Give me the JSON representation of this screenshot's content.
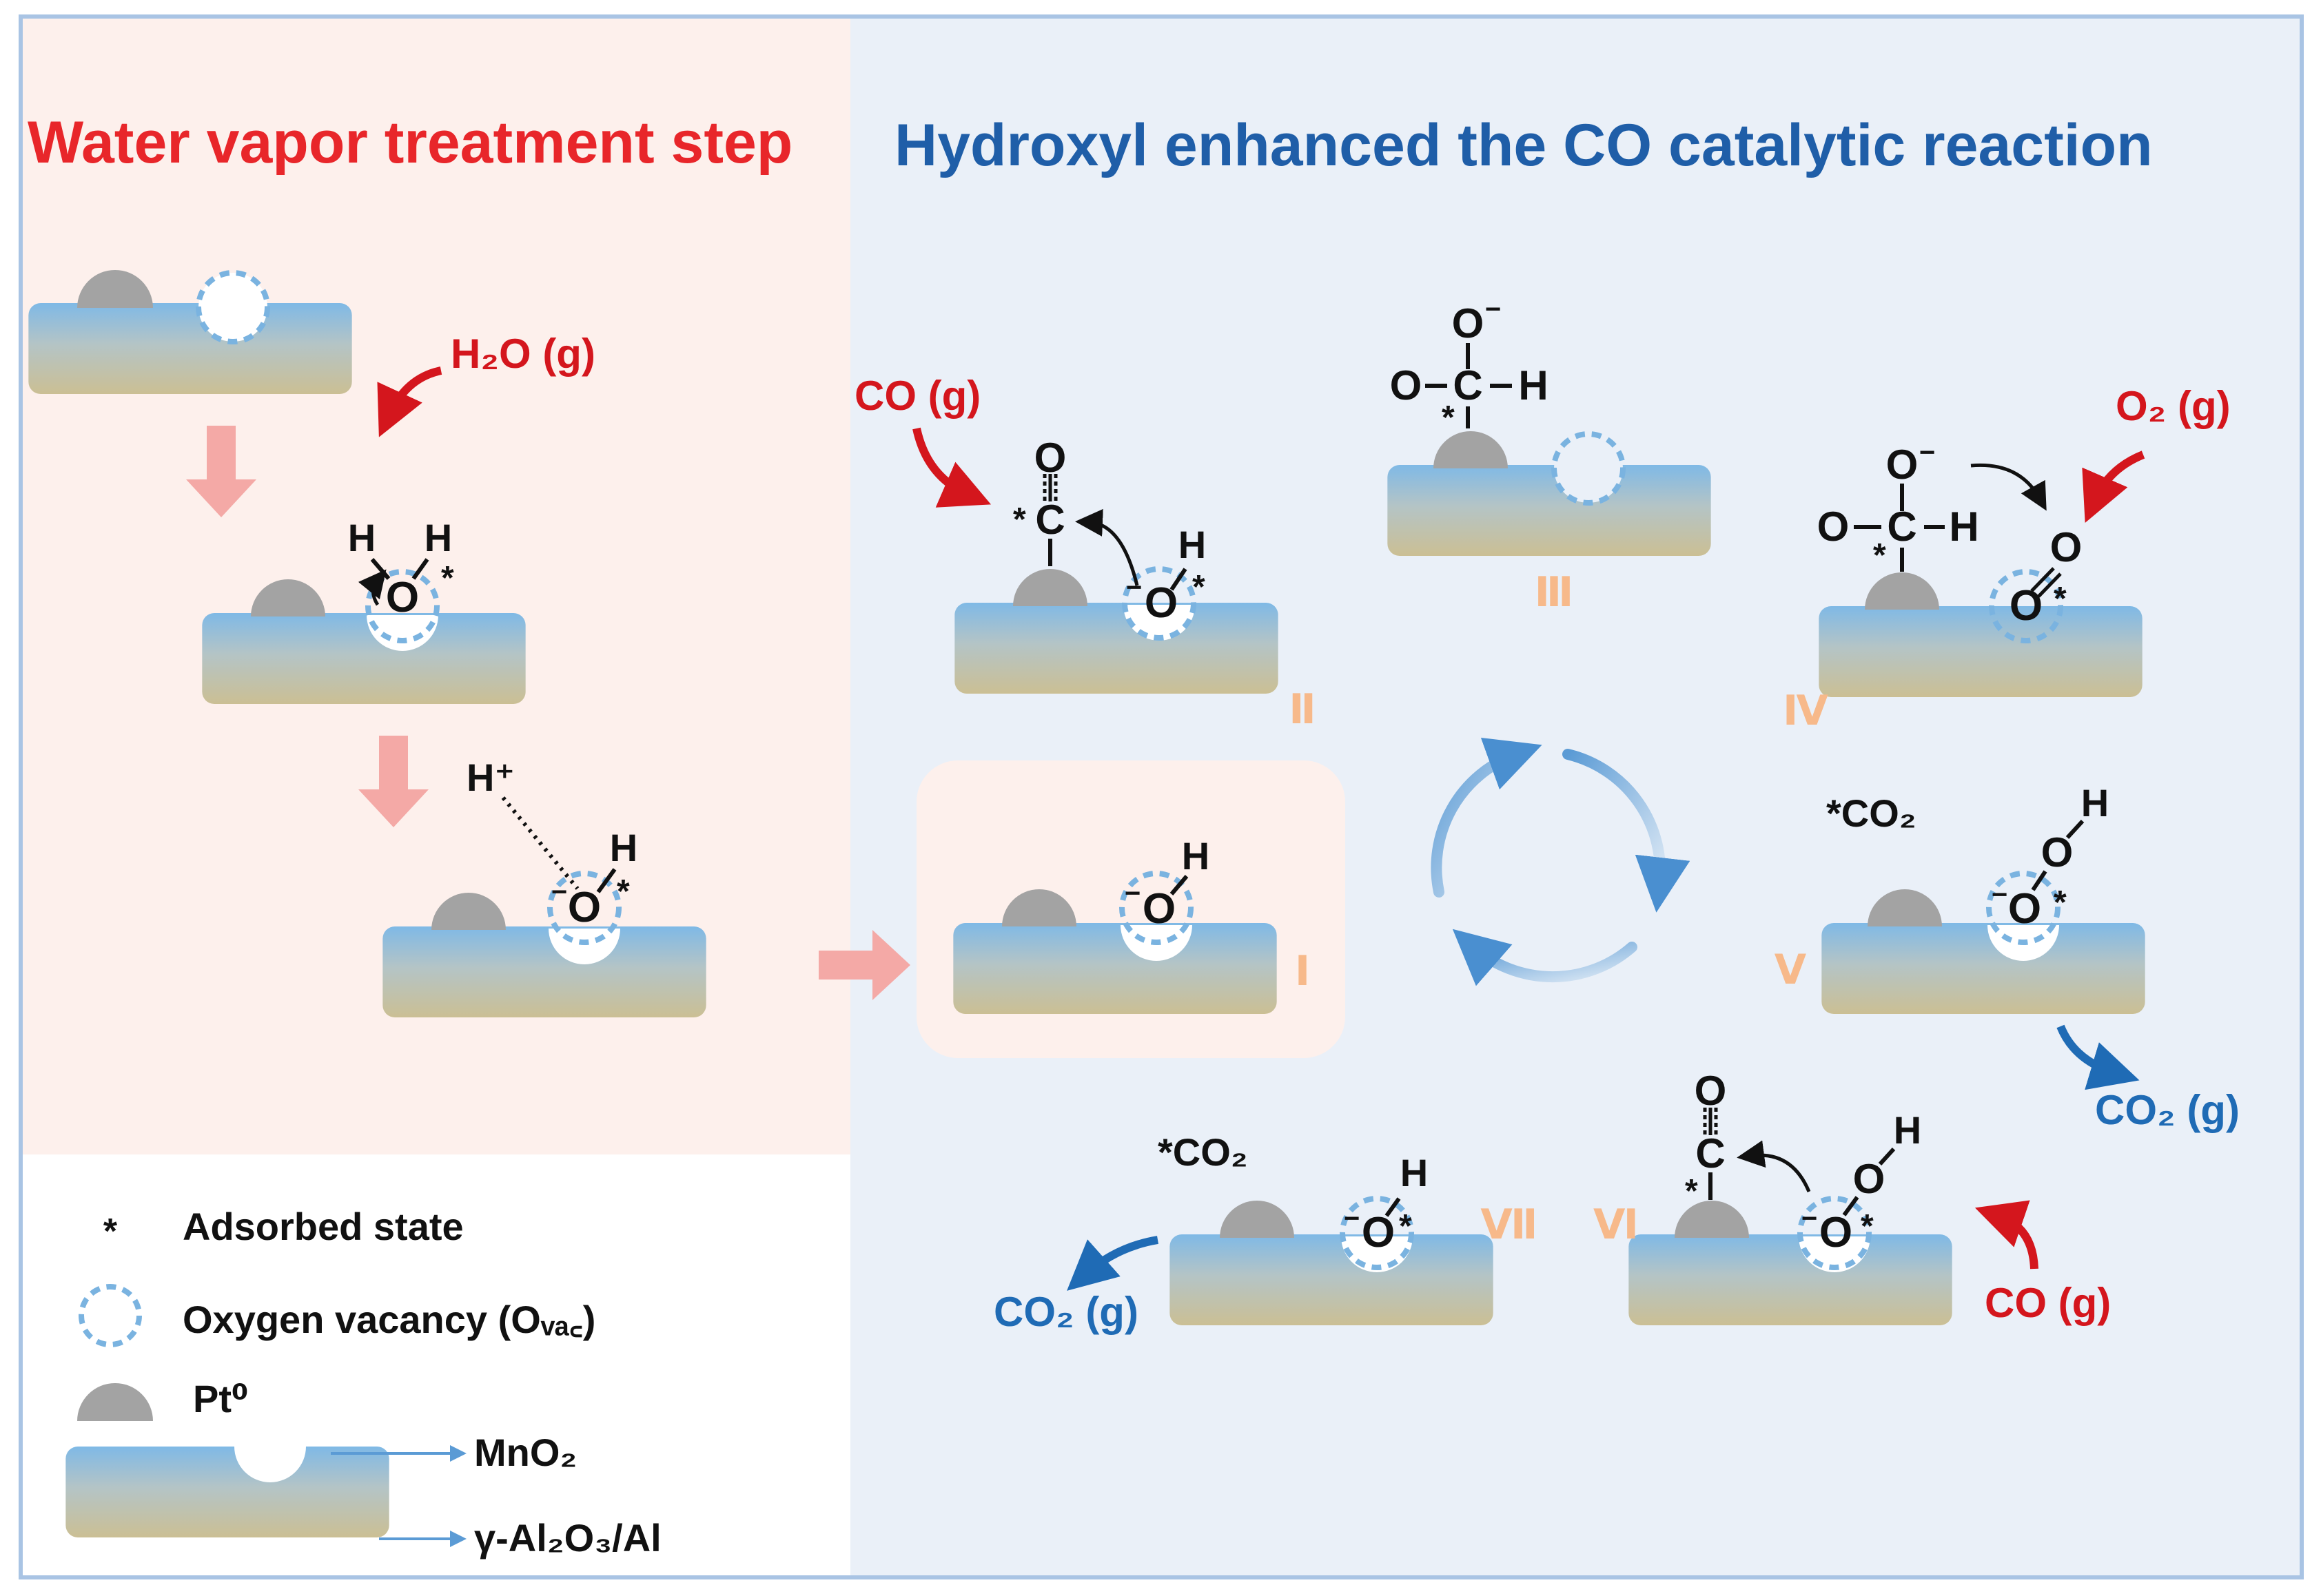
{
  "titles": {
    "left": "Water vapor treatment step",
    "right": "Hydroxyl enhanced the CO catalytic reaction"
  },
  "colors": {
    "left_panel_bg": "#fdf0ec",
    "right_panel_bg": "#eaf0f8",
    "frame": "#a9c4e4",
    "left_title": "#e8262a",
    "right_title": "#1f5ea8",
    "reactant": "#d4161d",
    "product": "#1f6bb5",
    "step_arrow": "#f4a9a6",
    "roman": "#f7b98a",
    "pt_particle": "#a3a3a3",
    "vacancy": "#7ab3e0"
  },
  "gases": {
    "h2o": "H₂O (g)",
    "co": "CO (g)",
    "o2": "O₂ (g)",
    "co2": "CO₂ (g)"
  },
  "surface_species": {
    "co2_ads": "*CO₂",
    "h_plus": "H⁺"
  },
  "steps": [
    "Ⅰ",
    "Ⅱ",
    "Ⅲ",
    "Ⅳ",
    "Ⅴ",
    "Ⅵ",
    "Ⅶ"
  ],
  "legend": {
    "adsorbed_symbol": "*",
    "adsorbed": "Adsorbed state",
    "vacancy": "Oxygen vacancy (Oᵥₐ꜀)",
    "pt": "Pt⁰",
    "mno2": "MnO₂",
    "support": "γ-Al₂O₃/Al"
  },
  "icons": [
    "pt-particle-icon",
    "oxygen-vacancy-icon",
    "catalyst-slab-icon",
    "cycle-arrows-icon",
    "reaction-arrow-icon"
  ]
}
